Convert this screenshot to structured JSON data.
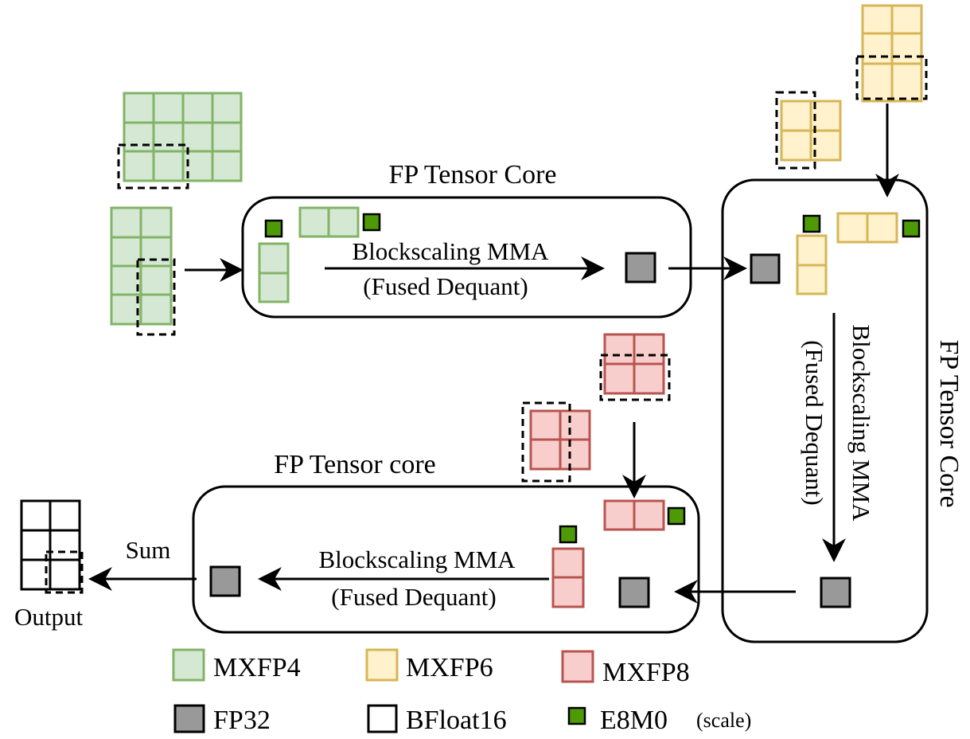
{
  "cores": {
    "top": {
      "title": "FP Tensor Core",
      "op_line1": "Blockscaling MMA",
      "op_line2": "(Fused Dequant)"
    },
    "right": {
      "title": "FP Tensor Core",
      "op_line1": "Blockscaling MMA",
      "op_line2": "(Fused Dequant)"
    },
    "bottom": {
      "title": "FP Tensor core",
      "op_line1": "Blockscaling MMA",
      "op_line2": "(Fused Dequant)"
    }
  },
  "labels": {
    "sum": "Sum",
    "output": "Output"
  },
  "legend": [
    {
      "label": "MXFP4",
      "fill": "#d5e8d4",
      "stroke": "#82b366"
    },
    {
      "label": "MXFP6",
      "fill": "#fff2cc",
      "stroke": "#d6b656"
    },
    {
      "label": "MXFP8",
      "fill": "#f8cecc",
      "stroke": "#b85450"
    },
    {
      "label": "FP32",
      "fill": "#999999",
      "stroke": "#000000"
    },
    {
      "label": "BFloat16",
      "fill": "#ffffff",
      "stroke": "#000000"
    },
    {
      "label": "E8M0",
      "note": "(scale)",
      "fill": "#4e9a06",
      "stroke": "#000000"
    }
  ],
  "colors": {
    "mxfp4_fill": "#d5e8d4",
    "mxfp4_stroke": "#82b366",
    "mxfp6_fill": "#fff2cc",
    "mxfp6_stroke": "#d6b656",
    "mxfp8_fill": "#f8cecc",
    "mxfp8_stroke": "#b85450",
    "fp32_fill": "#999999",
    "scale_fill": "#4e9a06"
  }
}
